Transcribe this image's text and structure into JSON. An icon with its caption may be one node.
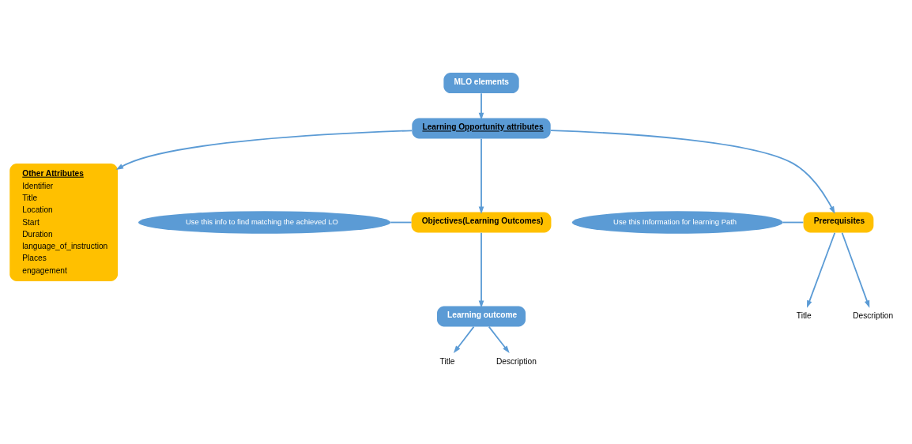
{
  "diagram": {
    "nodes": [
      {
        "text": [
          "MLO elements"
        ]
      },
      {
        "text": [
          "Learning Opportunity attributes"
        ]
      },
      {
        "text": [
          "Use this info to find matching the achieved LO"
        ]
      },
      {
        "text": [
          "Objectives(Learning Outcomes)"
        ]
      },
      {
        "text": [
          "Learning outcome"
        ]
      },
      {
        "text": [
          "Title"
        ]
      },
      {
        "text": [
          "Description"
        ]
      },
      {
        "text": [
          "Other Attributes",
          "Identifier",
          "Title",
          "Location",
          "Start",
          "Duration",
          "language_of_instruction",
          "Places",
          "engagement"
        ]
      },
      {
        "text": [
          "Use this Information for learning Path"
        ]
      },
      {
        "text": [
          "Prerequisites"
        ]
      },
      {
        "text": [
          "Title"
        ]
      },
      {
        "text": [
          "Description"
        ]
      }
    ],
    "edges": [
      {
        "from": 0,
        "to": 1,
        "arrow": "to"
      },
      {
        "from": 1,
        "to": 3,
        "arrow": "to"
      },
      {
        "from": 1,
        "to": 7,
        "arrow": "to"
      },
      {
        "from": 1,
        "to": 9,
        "arrow": "to"
      },
      {
        "from": 2,
        "to": 3,
        "arrow": "none"
      },
      {
        "from": 3,
        "to": 4,
        "arrow": "to"
      },
      {
        "from": 4,
        "to": 5,
        "arrow": "to"
      },
      {
        "from": 4,
        "to": 6,
        "arrow": "to"
      },
      {
        "from": 8,
        "to": 9,
        "arrow": "none"
      },
      {
        "from": 9,
        "to": 10,
        "arrow": "to"
      },
      {
        "from": 9,
        "to": 11,
        "arrow": "to"
      }
    ]
  }
}
